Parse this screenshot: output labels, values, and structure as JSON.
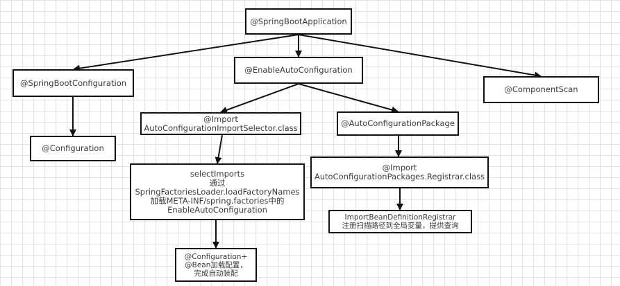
{
  "nodes": {
    "spring_boot_application": "@SpringBootApplication",
    "spring_boot_configuration": "@SpringBootConfiguration",
    "enable_auto_configuration": "@EnableAutoConfiguration",
    "component_scan": "@ComponentScan",
    "configuration": "@Configuration",
    "import_selector": [
      "@Import",
      "AutoConfigurationImportSelector.class"
    ],
    "auto_configuration_package": "@AutoConfigurationPackage",
    "select_imports": [
      "selectImports",
      "通过",
      "SpringFactoriesLoader.loadFactoryNames",
      "加载META-INF/spring.factories中的",
      "EnableAutoConfiguration"
    ],
    "import_registrar": [
      "@Import",
      "AutoConfigurationPackages.Registrar.class"
    ],
    "registrar": [
      "ImportBeanDefinitionRegistrar",
      "注册扫描路径到全局变量，提供查询"
    ],
    "configuration_bean": [
      "@Configuration+",
      "@Bean加载配置，",
      "完成自动装配"
    ]
  },
  "edges": [
    {
      "from": "spring_boot_application",
      "to": "spring_boot_configuration"
    },
    {
      "from": "spring_boot_application",
      "to": "enable_auto_configuration"
    },
    {
      "from": "spring_boot_application",
      "to": "component_scan"
    },
    {
      "from": "spring_boot_configuration",
      "to": "configuration"
    },
    {
      "from": "enable_auto_configuration",
      "to": "import_selector"
    },
    {
      "from": "enable_auto_configuration",
      "to": "auto_configuration_package"
    },
    {
      "from": "import_selector",
      "to": "select_imports"
    },
    {
      "from": "select_imports",
      "to": "configuration_bean"
    },
    {
      "from": "auto_configuration_package",
      "to": "import_registrar"
    },
    {
      "from": "import_registrar",
      "to": "registrar"
    }
  ],
  "colors": {
    "border": "#111111",
    "text": "#3a3a3a",
    "grid": "#e2e2e2",
    "arrow": "#111111"
  }
}
